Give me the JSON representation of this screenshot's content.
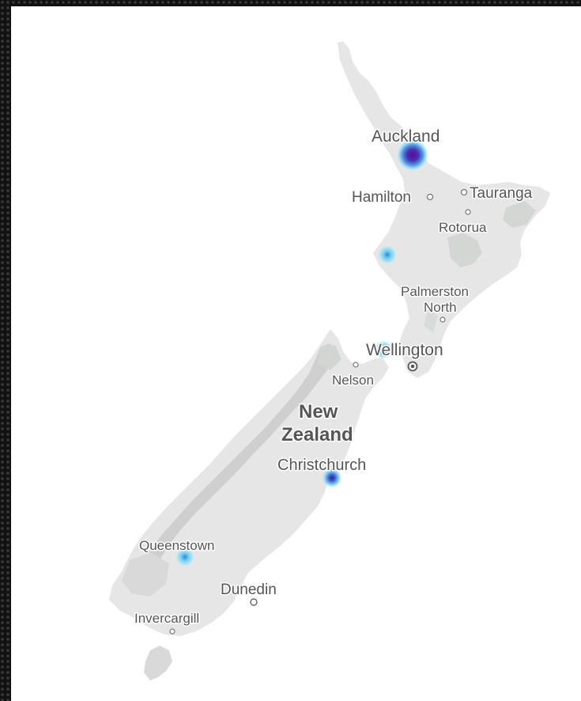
{
  "map": {
    "country_label": [
      "New",
      "Zealand"
    ],
    "cities": {
      "auckland": "Auckland",
      "hamilton": "Hamilton",
      "tauranga": "Tauranga",
      "rotorua": "Rotorua",
      "palmerston_north": [
        "Palmerston",
        "North"
      ],
      "wellington": "Wellington",
      "nelson": "Nelson",
      "christchurch": "Christchurch",
      "queenstown": "Queenstown",
      "dunedin": "Dunedin",
      "invercargill": "Invercargill"
    }
  },
  "colors": {
    "land": "#e6e6e6",
    "land_shade": "#cfd3cf",
    "label": "#555555",
    "heat_low": "#7fd8ee",
    "heat_mid": "#3b7fd9",
    "heat_high": "#5a1a9a"
  }
}
